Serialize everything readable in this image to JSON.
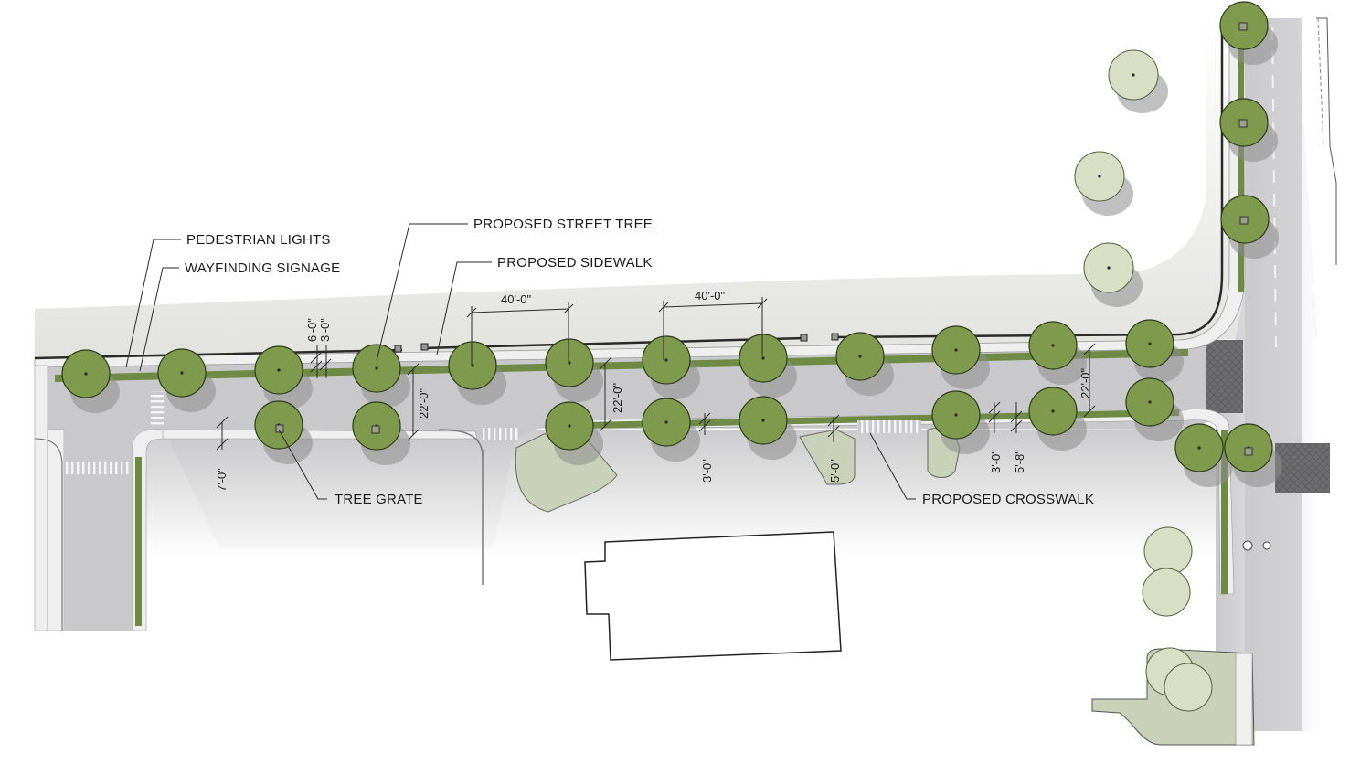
{
  "callouts": {
    "pedestrian_lights": "PEDESTRIAN LIGHTS",
    "wayfinding_signage": "WAYFINDING SIGNAGE",
    "proposed_street_tree": "PROPOSED STREET TREE",
    "proposed_sidewalk": "PROPOSED SIDEWALK",
    "tree_grate": "TREE GRATE",
    "proposed_crosswalk": "PROPOSED CROSSWALK"
  },
  "dimensions": {
    "spacing_a": "40'-0\"",
    "spacing_b": "40'-0\"",
    "north_walk_6": "6'-0\"",
    "north_strip_3": "3'-0\"",
    "road_22_a": "22'-0\"",
    "road_22_b": "22'-0\"",
    "road_22_c": "22'-0\"",
    "south_walk_7": "7'-0\"",
    "south_strip_3_a": "3'-0\"",
    "south_walk_5": "5'-0\"",
    "south_strip_3_b": "3'-0\"",
    "south_walk_5_8": "5'-8\""
  },
  "colors": {
    "road": "#c9c9cb",
    "lawn": "#e6e7e4",
    "sidewalk": "#eeeeee",
    "planting_strip": "#6f8a45",
    "tree_canopy": "#7f9a4d",
    "median": "#c9d1b8",
    "building_outline": "#222222"
  }
}
